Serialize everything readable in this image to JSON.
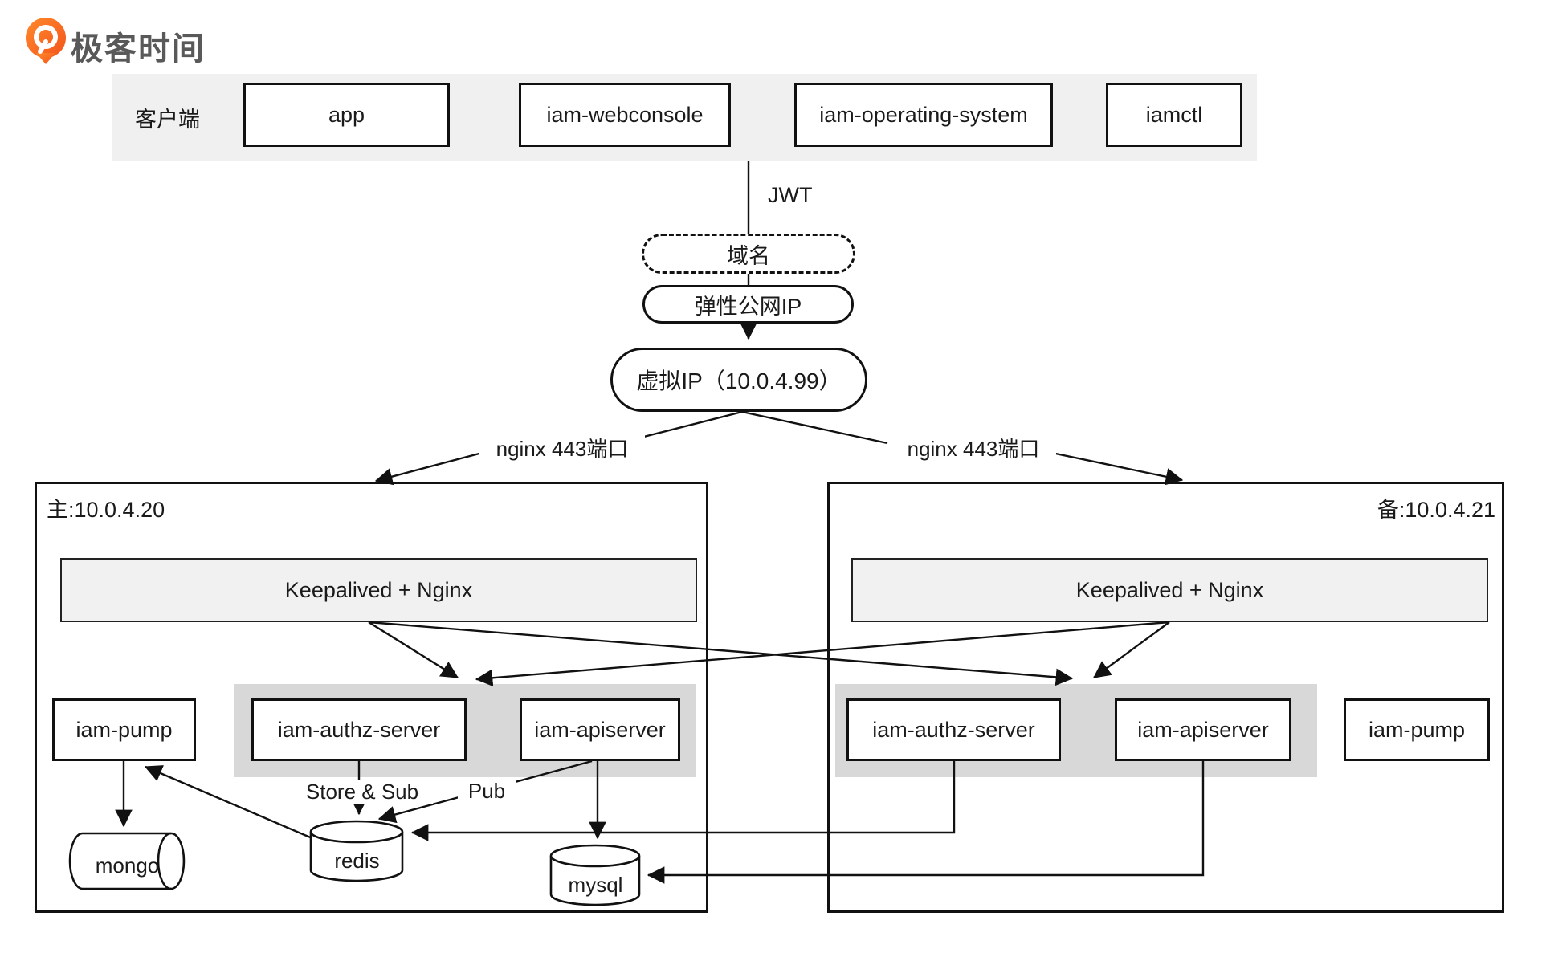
{
  "brand": {
    "name": "极客时间"
  },
  "clients": {
    "label": "客户端",
    "items": [
      "app",
      "iam-webconsole",
      "iam-operating-system",
      "iamctl"
    ]
  },
  "flow": {
    "jwt": "JWT",
    "domain": "域名",
    "eip": "弹性公网IP",
    "vip": "虚拟IP（10.0.4.99）",
    "nginx_port_left": "nginx 443端口",
    "nginx_port_right": "nginx 443端口"
  },
  "primary_node": {
    "title": "主:10.0.4.20",
    "gateway": "Keepalived + Nginx",
    "pump": "iam-pump",
    "authz": "iam-authz-server",
    "api": "iam-apiserver",
    "store_sub": "Store & Sub",
    "pub": "Pub",
    "mongo": "mongo",
    "redis": "redis",
    "mysql": "mysql"
  },
  "backup_node": {
    "title": "备:10.0.4.21",
    "gateway": "Keepalived + Nginx",
    "authz": "iam-authz-server",
    "api": "iam-apiserver",
    "pump": "iam-pump"
  },
  "colors": {
    "accent_orange": "#ff6a00",
    "band_light": "#f0f0f0",
    "band_dark": "#d8d8d8",
    "gateway_fill": "#f1f1f1",
    "line": "#111111",
    "brand_text": "#595959"
  }
}
